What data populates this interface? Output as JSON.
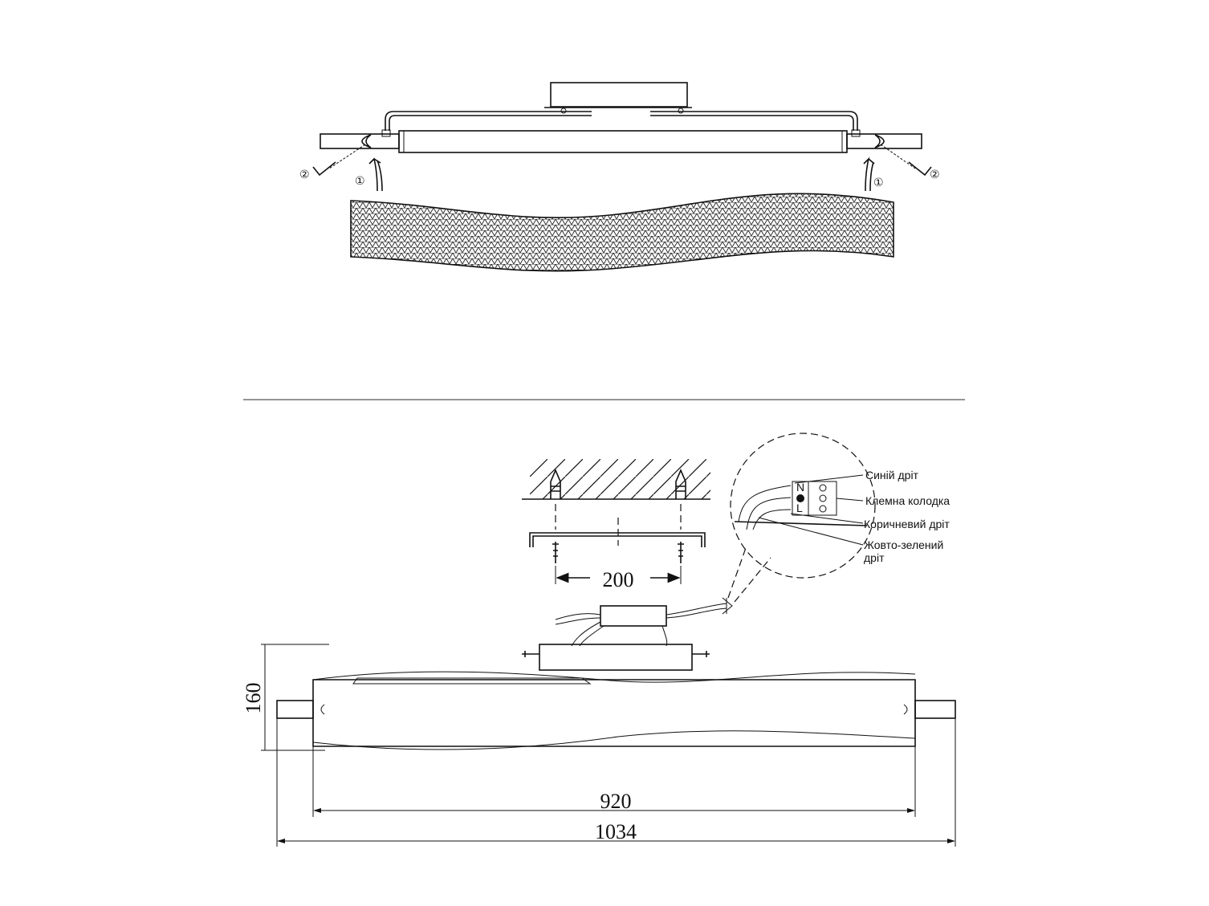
{
  "top_view": {
    "step_1_label": "①",
    "step_2_label": "②"
  },
  "dimensions": {
    "mount_spacing": "200",
    "height": "160",
    "inner_length": "920",
    "overall_length": "1034"
  },
  "wiring_callout": {
    "blue_wire": "Синій дріт",
    "terminal_block": "Клемна колодка",
    "brown_wire": "Коричневий дріт",
    "earth_wire_line1": "Жовто-зелений",
    "earth_wire_line2": "дріт",
    "terminal_marks": [
      "N",
      "L"
    ]
  }
}
